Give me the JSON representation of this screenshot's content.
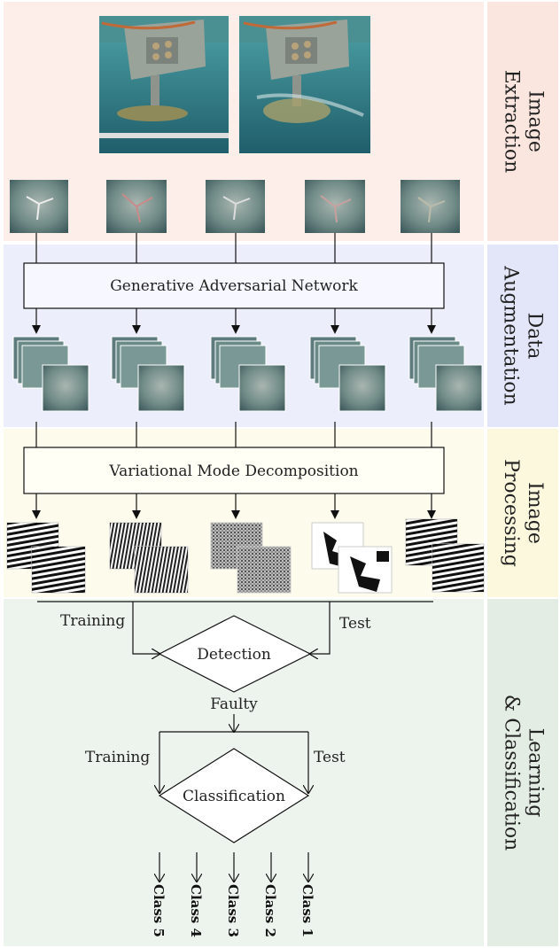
{
  "stages": {
    "extraction": "Image\nExtraction",
    "augmentation": "Data\nAugmentation",
    "processing": "Image\nProcessing",
    "learning": "Learning\n& Classification"
  },
  "boxes": {
    "gan": "Generative Adversarial Network",
    "vmd": "Variational Mode Decomposition"
  },
  "decisions": {
    "detection": "Detection",
    "classification": "Classification"
  },
  "edges": {
    "training_1": "Training",
    "test_1": "Test",
    "faulty": "Faulty",
    "training_2": "Training",
    "test_2": "Test"
  },
  "classes": [
    "Class 5",
    "Class 4",
    "Class 3",
    "Class 2",
    "Class 1"
  ],
  "colors": {
    "extraction_bg": "#fdeeea",
    "augmentation_bg": "#eceefb",
    "processing_bg": "#fdfcec",
    "learning_bg": "#edf3ed"
  }
}
